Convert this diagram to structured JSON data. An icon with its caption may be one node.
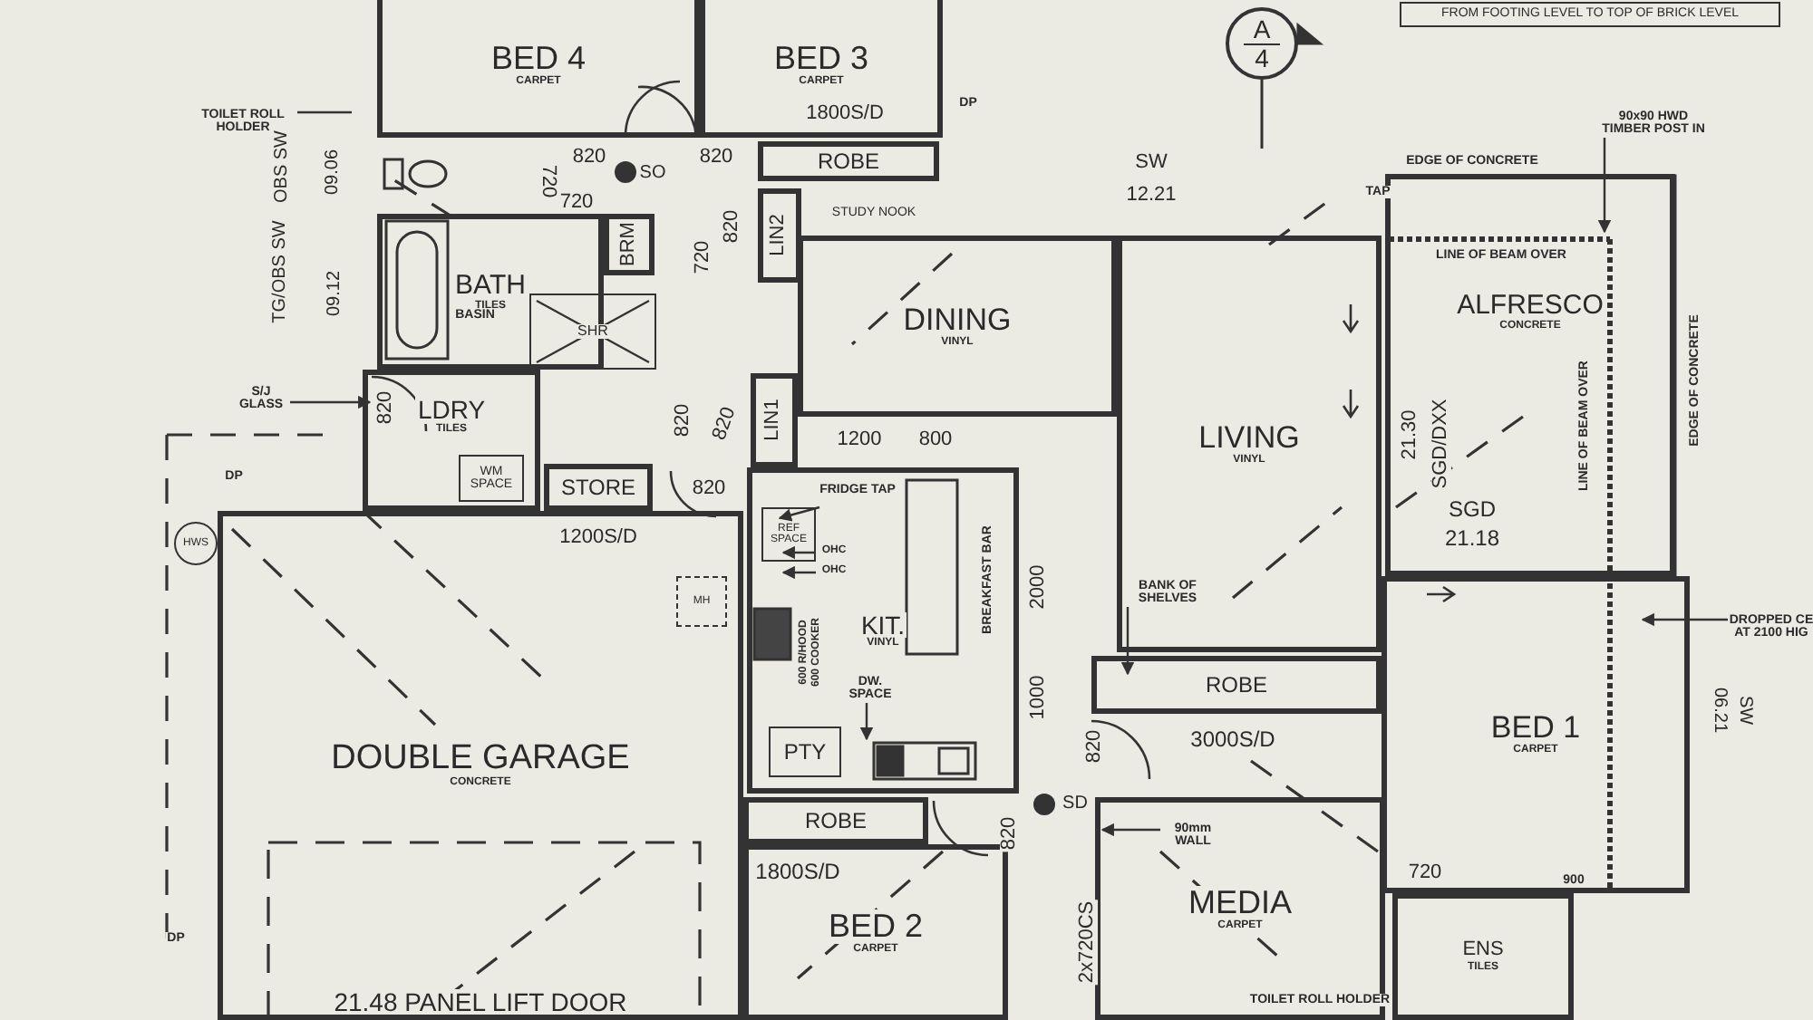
{
  "diagram": {
    "nodes": [
      {
        "text": [
          "BED 4",
          "CARPET"
        ]
      },
      {
        "text": [
          "BED 3",
          "CARPET"
        ]
      },
      {
        "text": [
          "ROBE"
        ]
      },
      {
        "text": [
          "STUDY NOOK"
        ]
      },
      {
        "text": [
          "LIN2"
        ]
      },
      {
        "text": [
          "BRM"
        ]
      },
      {
        "text": [
          "BATH",
          "TILES"
        ]
      },
      {
        "text": [
          "SHR"
        ]
      },
      {
        "text": [
          "LDRY",
          "TILES"
        ]
      },
      {
        "text": [
          "WM SPACE"
        ],
        "in": 8
      },
      {
        "text": [
          "STORE"
        ]
      },
      {
        "text": [
          "LIN1"
        ]
      },
      {
        "text": [
          "DINING",
          "VINYL"
        ]
      },
      {
        "text": [
          "LIVING",
          "VINYL"
        ]
      },
      {
        "text": [
          "ALFRESCO",
          "CONCRETE"
        ]
      },
      {
        "text": [
          "BED 1",
          "CARPET"
        ]
      },
      {
        "text": [
          "KIT.",
          "VINYL"
        ]
      },
      {
        "text": [
          "PTY"
        ],
        "in": 16
      },
      {
        "text": [
          "ROBE"
        ]
      },
      {
        "text": [
          "ROBE"
        ]
      },
      {
        "text": [
          "DOUBLE GARAGE",
          "CONCRETE"
        ]
      },
      {
        "text": [
          "BED 2",
          "CARPET"
        ]
      },
      {
        "text": [
          "MEDIA",
          "CARPET"
        ]
      },
      {
        "text": [
          "ENS",
          "TILES"
        ]
      },
      {
        "text": [
          "MH"
        ],
        "in": 20
      },
      {
        "text": [
          "HWS"
        ]
      },
      {
        "text": [
          "REF SPACE"
        ],
        "in": 16
      },
      {
        "text": [
          "A",
          "4"
        ]
      },
      {
        "text": [
          "FROM FOOTING LEVEL TO TOP OF BRICK LEVEL"
        ]
      },
      {
        "text": [
          "TOILET ROLL HOLDER"
        ]
      },
      {
        "text": [
          "S/J GLASS"
        ]
      },
      {
        "text": [
          "FRIDGE TAP"
        ],
        "in": 16
      },
      {
        "text": [
          "OHC"
        ],
        "in": 16
      },
      {
        "text": [
          "OHC"
        ],
        "in": 16
      },
      {
        "text": [
          "DW. SPACE"
        ],
        "in": 16
      },
      {
        "text": [
          "BANK OF SHELVES"
        ],
        "in": 13
      },
      {
        "text": [
          "90mm WALL"
        ],
        "in": 22
      },
      {
        "text": [
          "DROPPED CE AT 2100 HIG"
        ]
      },
      {
        "text": [
          "90x90 HWD TIMBER POST IN"
        ]
      }
    ],
    "edges": [
      {
        "from": 29,
        "to": null,
        "arrow": "none"
      },
      {
        "from": 30,
        "to": 8,
        "arrow": "to"
      },
      {
        "from": 31,
        "to": 26,
        "arrow": "to"
      },
      {
        "from": 32,
        "to": 16,
        "arrow": "to"
      },
      {
        "from": 33,
        "to": 16,
        "arrow": "to"
      },
      {
        "from": 34,
        "to": 16,
        "arrow": "to"
      },
      {
        "from": 35,
        "to": 19,
        "arrow": "to"
      },
      {
        "from": 36,
        "to": 22,
        "arrow": "to"
      },
      {
        "from": 37,
        "to": 15,
        "arrow": "to"
      },
      {
        "from": 38,
        "to": 14,
        "arrow": "to"
      }
    ],
    "labels": [
      "820",
      "820",
      "SO",
      "1800S/D",
      "OBS SW",
      "09.06",
      "720",
      "720",
      "SW",
      "12.21",
      "EDGE OF CONCRETE",
      "DP",
      "TAP",
      "820",
      "720",
      "BASIN",
      "TG/OBS SW",
      "09.12",
      "LINE OF BEAM OVER",
      "LINE OF BEAM OVER",
      "EDGE OF CONCRETE",
      "21.30",
      "SGD/DXX",
      "1200",
      "800",
      "820",
      "820",
      "820",
      "DP",
      "820",
      "SGD",
      "21.18",
      "1200S/D",
      "2000",
      "BREAKFAST BAR",
      "600 R/HOOD 600 COOKER",
      "SW",
      "06.21",
      "1000",
      "3000S/D",
      "820",
      "SD",
      "1800S/D",
      "820",
      "720",
      "900",
      "2x720CS",
      "21.48 PANEL LIFT DOOR",
      "DP",
      "TOILET ROLL HOLDER"
    ]
  }
}
